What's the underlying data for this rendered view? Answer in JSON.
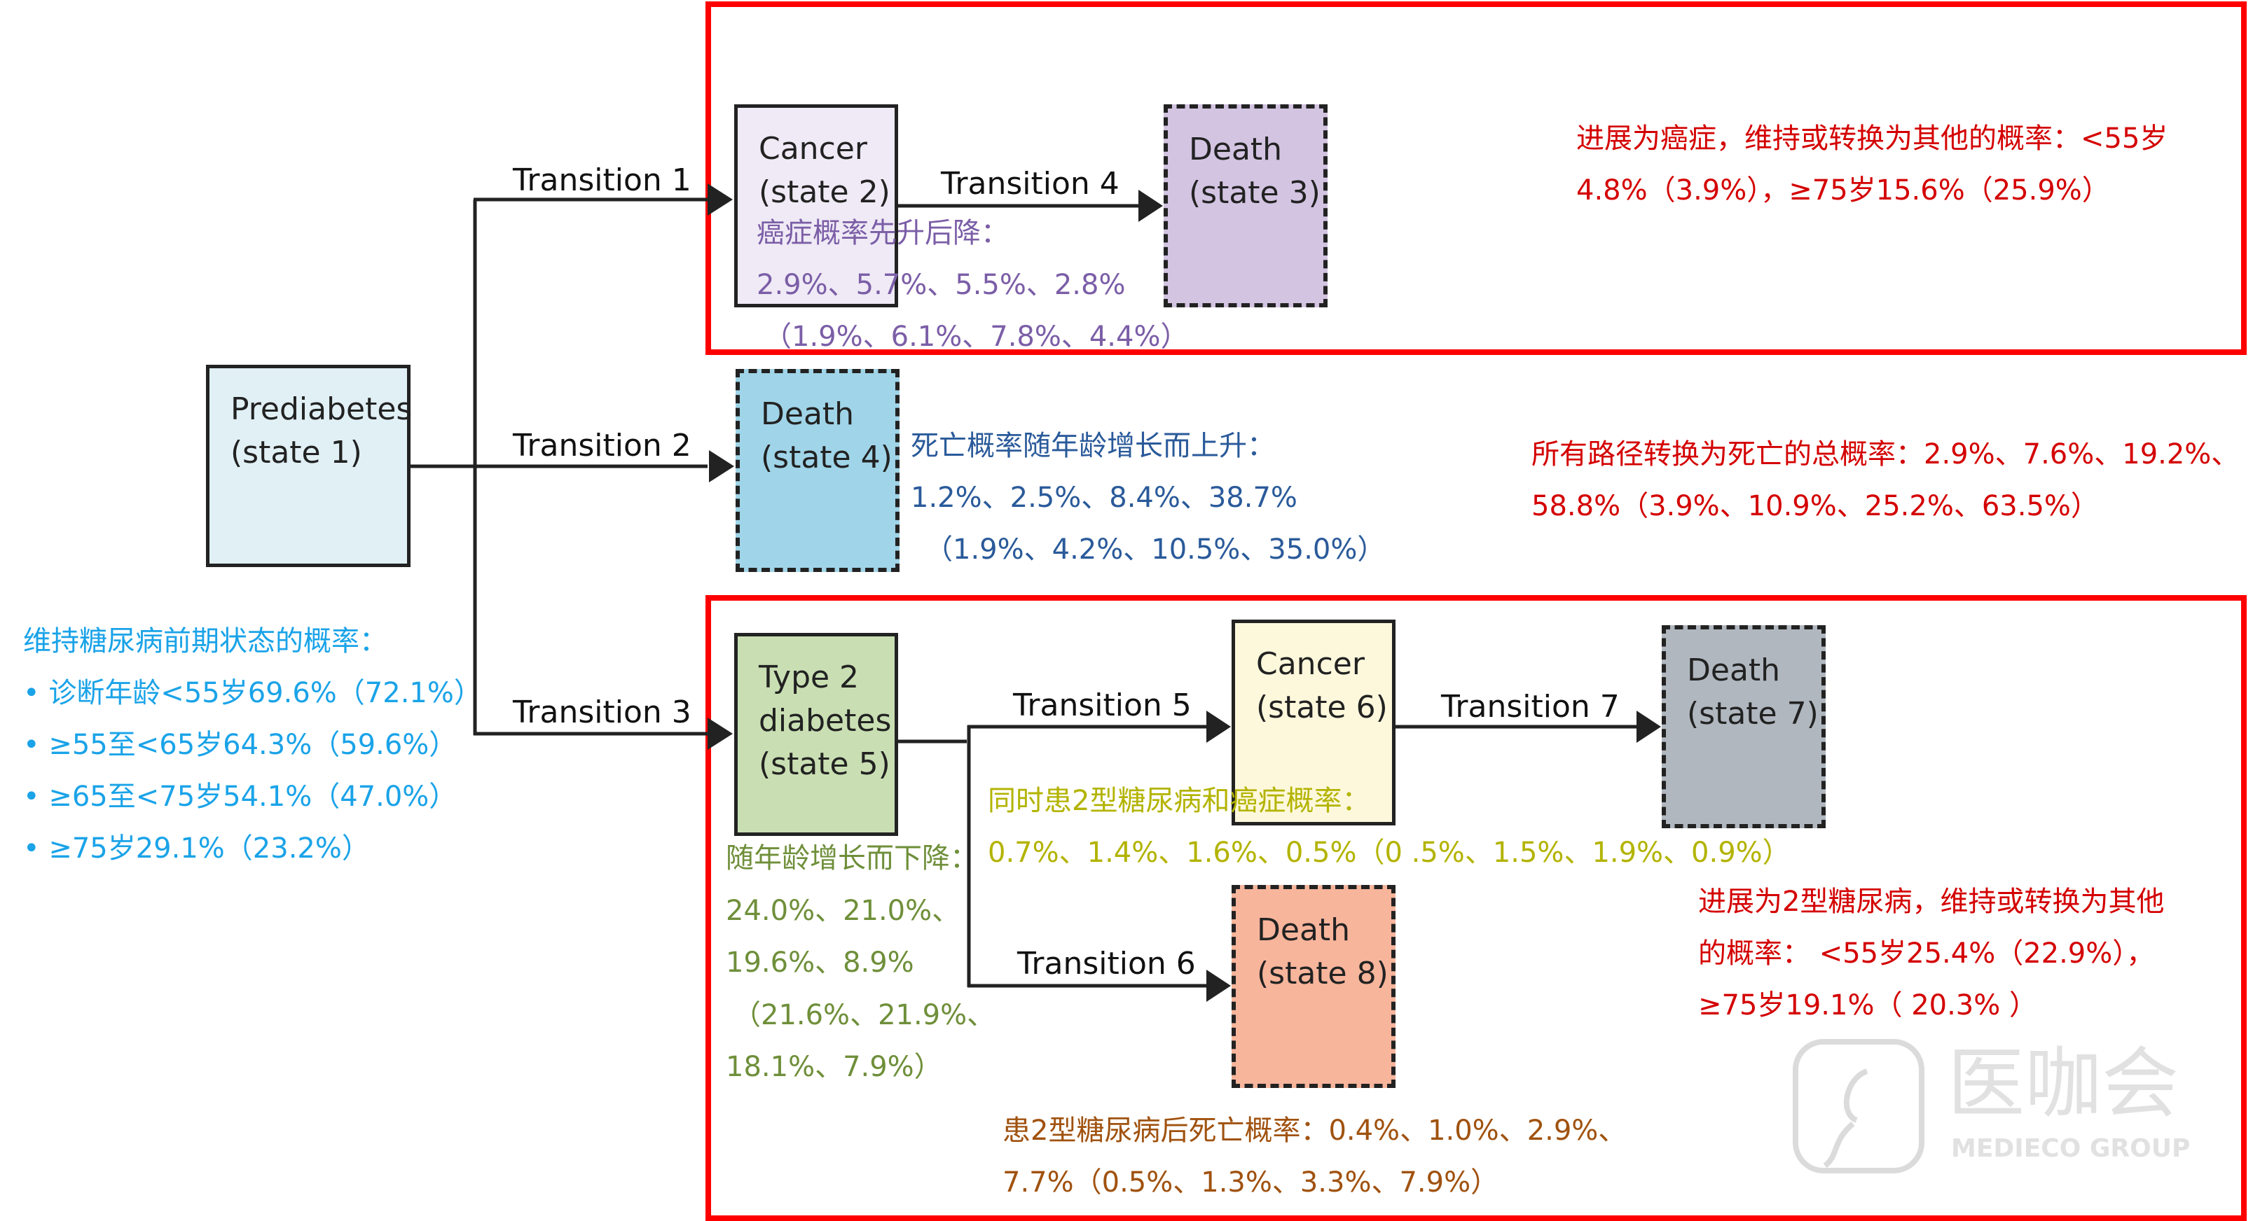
{
  "states": {
    "prediabetes": {
      "name": "Prediabetes",
      "state": "(state 1)"
    },
    "cancer2": {
      "name": "Cancer",
      "state": "(state 2)"
    },
    "death3": {
      "name": "Death",
      "state": "(state 3)"
    },
    "death4": {
      "name": "Death",
      "state": "(state 4)"
    },
    "t2d5": {
      "name1": "Type 2",
      "name2": "diabetes",
      "state": "(state 5)"
    },
    "cancer6": {
      "name": "Cancer",
      "state": "(state 6)"
    },
    "death7": {
      "name": "Death",
      "state": "(state 7)"
    },
    "death8": {
      "name": "Death",
      "state": "(state 8)"
    }
  },
  "transitions": [
    "Transition 1",
    "Transition 2",
    "Transition 3",
    "Transition 4",
    "Transition 5",
    "Transition 6",
    "Transition 7"
  ],
  "notes": {
    "cancer_progress": [
      "进展为癌症，维持或转换为其他的概率：<55岁",
      "4.8%（3.9%），≥75岁15.6%（25.9%）"
    ],
    "cancer_prob": [
      "癌症概率先升后降：",
      "2.9%、5.7%、5.5%、2.8%",
      "（1.9%、6.1%、7.8%、4.4%）"
    ],
    "death_prob": [
      "死亡概率随年龄增长而上升：",
      "1.2%、2.5%、8.4%、38.7%",
      "（1.9%、4.2%、10.5%、35.0%）"
    ],
    "total_death": [
      "所有路径转换为死亡的总概率：2.9%、7.6%、19.2%、",
      "58.8%（3.9%、10.9%、25.2%、63.5%）"
    ],
    "prediabetes_keep": [
      "维持糖尿病前期状态的概率：",
      "诊断年龄<55岁69.6%（72.1%）",
      "≥55至<65岁64.3%（59.6%）",
      "≥65至<75岁54.1%（47.0%）",
      "≥75岁29.1%（23.2%）"
    ],
    "t2d_prob": [
      "随年龄增长而下降：",
      "24.0%、21.0%、",
      "19.6%、8.9%",
      "（21.6%、21.9%、",
      "18.1%、7.9%）"
    ],
    "both_prob": [
      "同时患2型糖尿病和癌症概率：",
      "0.7%、1.4%、1.6%、0.5%（0 .5%、1.5%、1.9%、0.9%）"
    ],
    "t2d_progress": [
      "进展为2型糖尿病，维持或转换为其他",
      "的概率： <55岁25.4%（22.9%），",
      "≥75岁19.1%（ 20.3% ）"
    ],
    "t2d_death": [
      "患2型糖尿病后死亡概率：0.4%、1.0%、2.9%、",
      "7.7%（0.5%、1.3%、3.3%、7.9%）"
    ]
  },
  "watermark": {
    "cn": "医咖会",
    "en": "MEDIECO GROUP"
  },
  "colors": {
    "highlight": "#ff0000",
    "purple": "#7b5ea7",
    "blue": "#2a5a9a",
    "cyan": "#1aa3e8",
    "green": "#6f8f3a",
    "yellow": "#b3b300",
    "brown": "#a0520f",
    "red": "#d40000"
  }
}
